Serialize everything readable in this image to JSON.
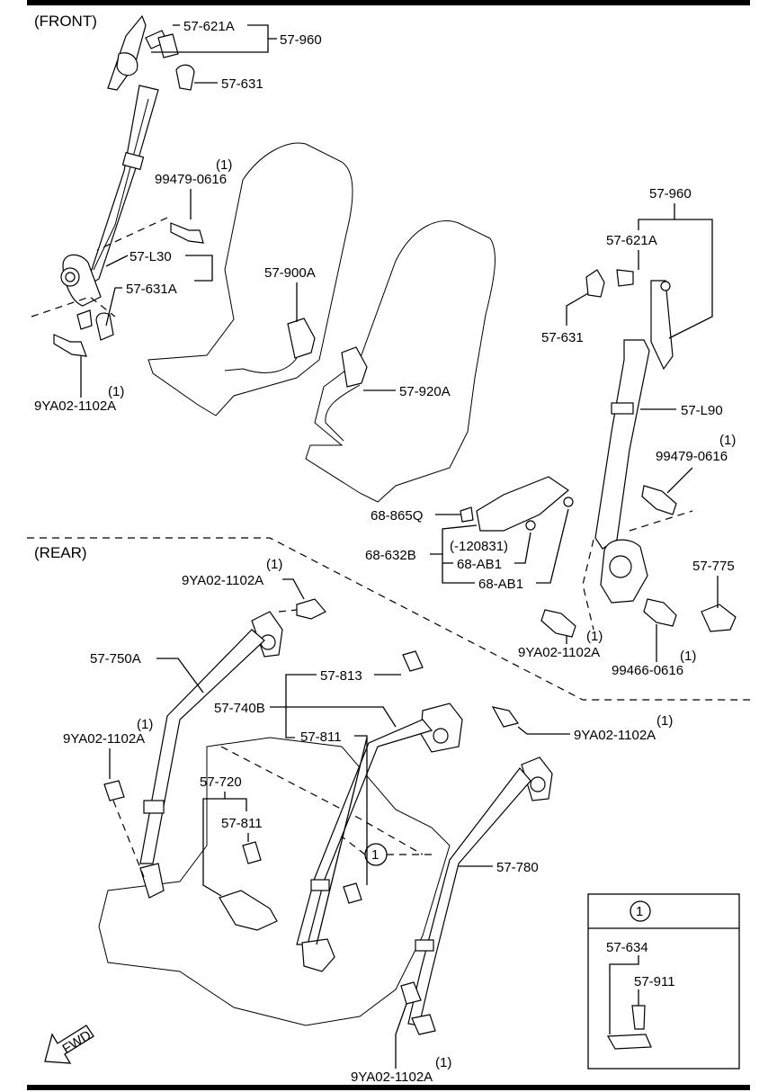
{
  "sections": {
    "front": "(FRONT)",
    "rear": "(REAR)"
  },
  "fwd_label": "FWD",
  "callouts": {
    "p57_621A_top": "57-621A",
    "p57_960_top": "57-960",
    "p57_631_top": "57-631",
    "p99479_l_num": "(1)",
    "p99479_l": "99479-0616",
    "p57_L30": "57-L30",
    "p57_631A": "57-631A",
    "p9YA02_fl_num": "(1)",
    "p9YA02_fl": "9YA02-1102A",
    "p57_900A": "57-900A",
    "p57_920A": "57-920A",
    "p57_960_r": "57-960",
    "p57_621A_r": "57-621A",
    "p57_631_r": "57-631",
    "p57_L90": "57-L90",
    "p99479_r_num": "(1)",
    "p99479_r": "99479-0616",
    "p68_865Q": "68-865Q",
    "p68_632B": "68-632B",
    "p120831": "(-120831)",
    "p68_AB1_a": "68-AB1",
    "p68_AB1_b": "68-AB1",
    "p57_775": "57-775",
    "p9YA02_fr_num": "(1)",
    "p9YA02_fr": "9YA02-1102A",
    "p99466_num": "(1)",
    "p99466": "99466-0616",
    "p9YA02_r1_num": "(1)",
    "p9YA02_r1": "9YA02-1102A",
    "p57_750A": "57-750A",
    "p57_813": "57-813",
    "p57_740B": "57-740B",
    "p9YA02_r2_num": "(1)",
    "p9YA02_r2": "9YA02-1102A",
    "p57_811_a": "57-811",
    "p57_720": "57-720",
    "p57_811_b": "57-811",
    "p9YA02_r3_num": "(1)",
    "p9YA02_r3": "9YA02-1102A",
    "p57_780": "57-780",
    "p9YA02_r4_num": "(1)",
    "p9YA02_r4": "9YA02-1102A",
    "circle_ref": "1"
  },
  "inset": {
    "header": "1",
    "p57_634": "57-634",
    "p57_911": "57-911"
  }
}
